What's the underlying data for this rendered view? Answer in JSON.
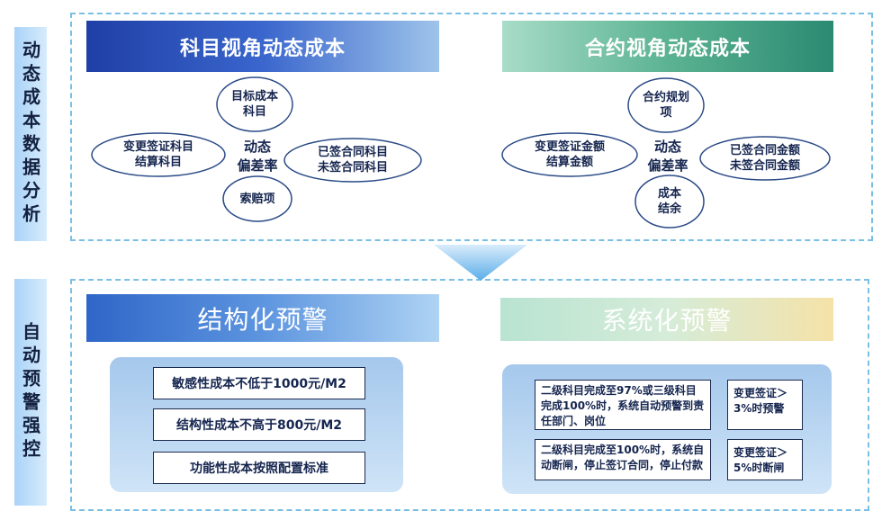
{
  "side_labels": {
    "top": "动态成本数据分析",
    "bottom": "自动预警强控"
  },
  "banners": {
    "subject_view": "科目视角动态成本",
    "contract_view": "合约视角动态成本",
    "structural_warning": "结构化预警",
    "systemic_warning": "系统化预警"
  },
  "subject_diagram": {
    "center": [
      "动态",
      "偏差率"
    ],
    "top": [
      "目标成本",
      "科目"
    ],
    "left": [
      "变更签证科目",
      "结算科目"
    ],
    "right": [
      "已签合同科目",
      "未签合同科目"
    ],
    "bottom": [
      "索赔项"
    ]
  },
  "contract_diagram": {
    "center": [
      "动态",
      "偏差率"
    ],
    "top": [
      "合约规划",
      "项"
    ],
    "left": [
      "变更签证金额",
      "结算金额"
    ],
    "right": [
      "已签合同金额",
      "未签合同金额"
    ],
    "bottom": [
      "成本",
      "结余"
    ]
  },
  "structural_rules": [
    "敏感性成本不低于1000元/M2",
    "结构性成本不高于800元/M2",
    "功能性成本按照配置标准"
  ],
  "systemic_rules": [
    {
      "condition": "二级科目完成至97%或三级科目完成100%时，系统自动预警到责任部门、岗位",
      "change": "变更签证＞3%时预警"
    },
    {
      "condition": "二级科目完成至100%时，系统自动断闸，停止签订合同，停止付款",
      "change": "变更签证＞5%时断闸"
    }
  ]
}
